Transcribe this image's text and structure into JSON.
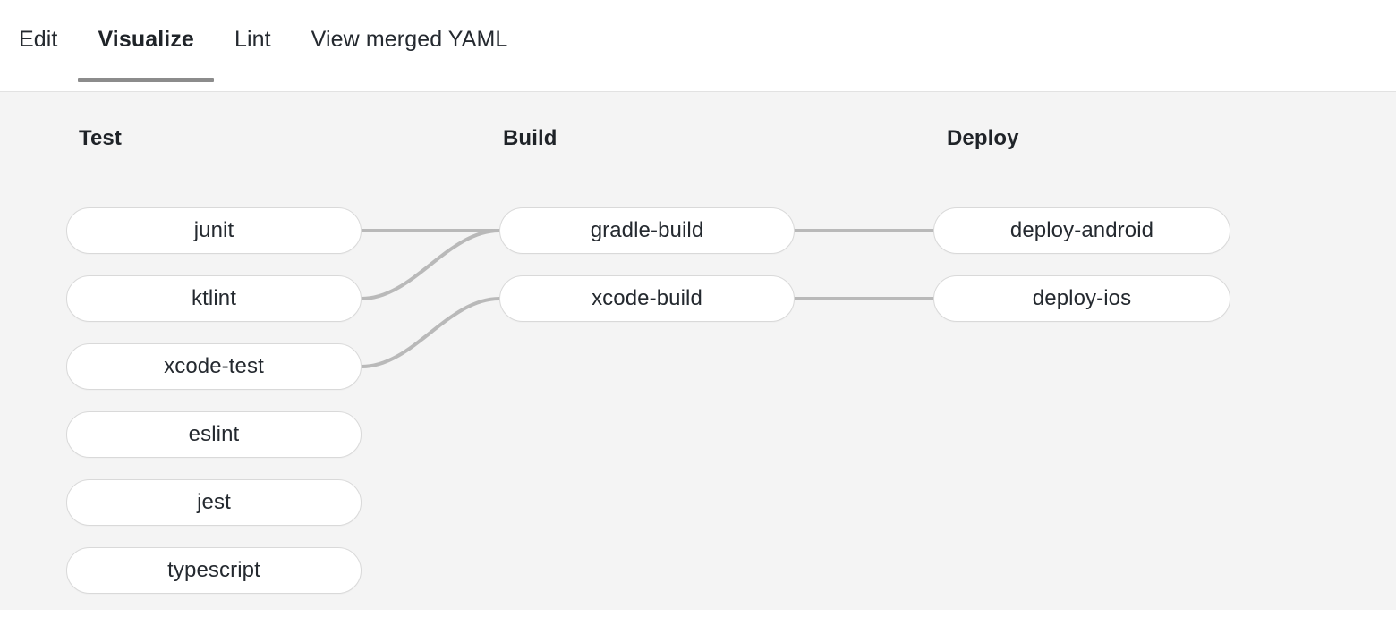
{
  "tabs": [
    {
      "label": "Edit",
      "active": false
    },
    {
      "label": "Visualize",
      "active": true
    },
    {
      "label": "Lint",
      "active": false
    },
    {
      "label": "View merged YAML",
      "active": false
    }
  ],
  "graph": {
    "columns": [
      {
        "title": "Test"
      },
      {
        "title": "Build"
      },
      {
        "title": "Deploy"
      }
    ],
    "nodes": {
      "test": [
        "junit",
        "ktlint",
        "xcode-test",
        "eslint",
        "jest",
        "typescript"
      ],
      "build": [
        "gradle-build",
        "xcode-build"
      ],
      "deploy": [
        "deploy-android",
        "deploy-ios"
      ]
    },
    "edges": [
      {
        "from": "junit",
        "to": "gradle-build"
      },
      {
        "from": "ktlint",
        "to": "gradle-build"
      },
      {
        "from": "xcode-test",
        "to": "xcode-build"
      },
      {
        "from": "gradle-build",
        "to": "deploy-android"
      },
      {
        "from": "xcode-build",
        "to": "deploy-ios"
      }
    ]
  },
  "colors": {
    "canvas_background": "#f4f4f4",
    "node_background": "#ffffff",
    "node_border": "#d9d9d9",
    "edge": "#b9b9b9",
    "text": "#24292f",
    "active_tab_underline": "#8c8c8c"
  }
}
